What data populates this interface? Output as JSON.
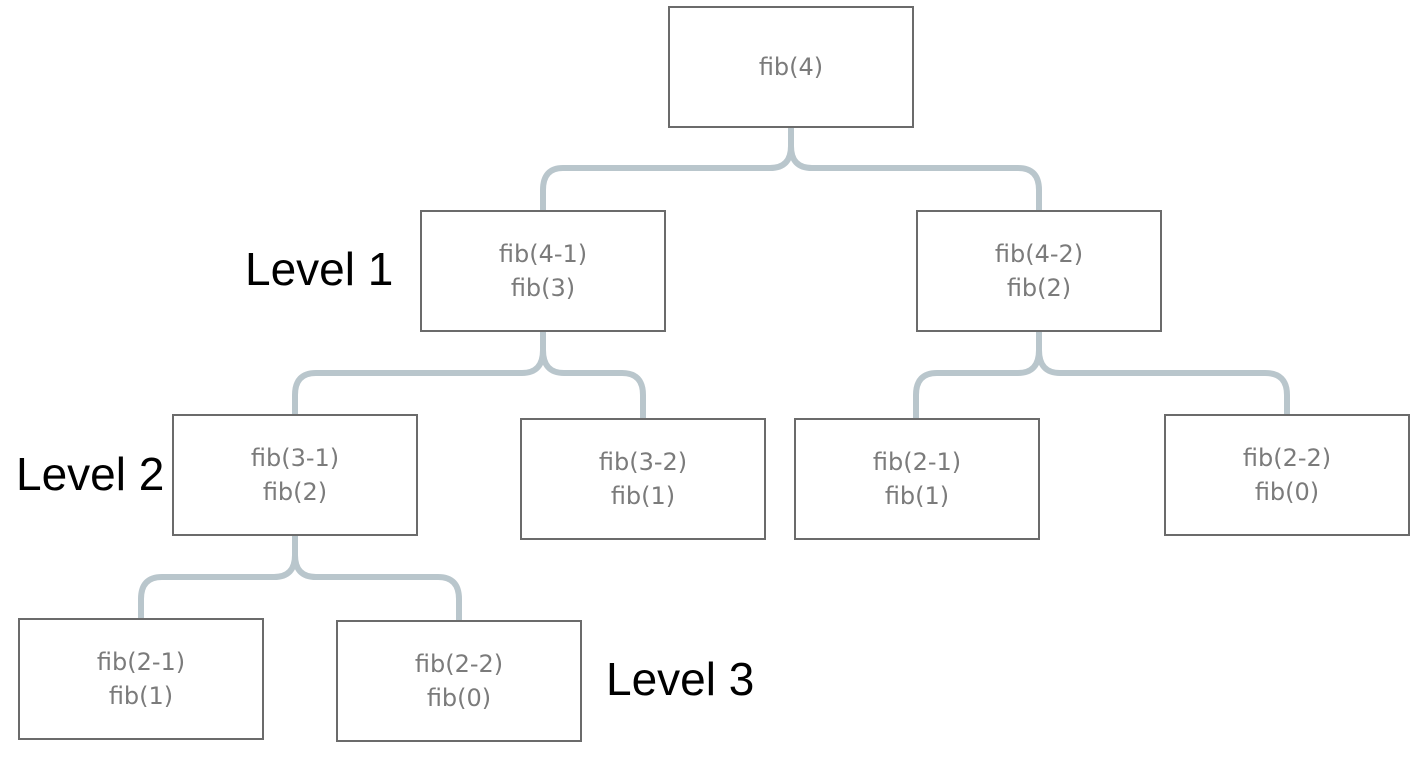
{
  "colors": {
    "node_border": "#6b6b6b",
    "node_text": "#7b7b7b",
    "connector": "#b9c6cc",
    "label_text": "#000000"
  },
  "nodes": {
    "root": {
      "line1": "fib(4)",
      "line2": ""
    },
    "l1_left": {
      "line1": "fib(4-1)",
      "line2": "fib(3)"
    },
    "l1_right": {
      "line1": "fib(4-2)",
      "line2": "fib(2)"
    },
    "l2_a": {
      "line1": "fib(3-1)",
      "line2": "fib(2)"
    },
    "l2_b": {
      "line1": "fib(3-2)",
      "line2": "fib(1)"
    },
    "l2_c": {
      "line1": "fib(2-1)",
      "line2": "fib(1)"
    },
    "l2_d": {
      "line1": "fib(2-2)",
      "line2": "fib(0)"
    },
    "l3_a": {
      "line1": "fib(2-1)",
      "line2": "fib(1)"
    },
    "l3_b": {
      "line1": "fib(2-2)",
      "line2": "fib(0)"
    }
  },
  "levels": {
    "level1": "Level 1",
    "level2": "Level 2",
    "level3": "Level 3"
  }
}
